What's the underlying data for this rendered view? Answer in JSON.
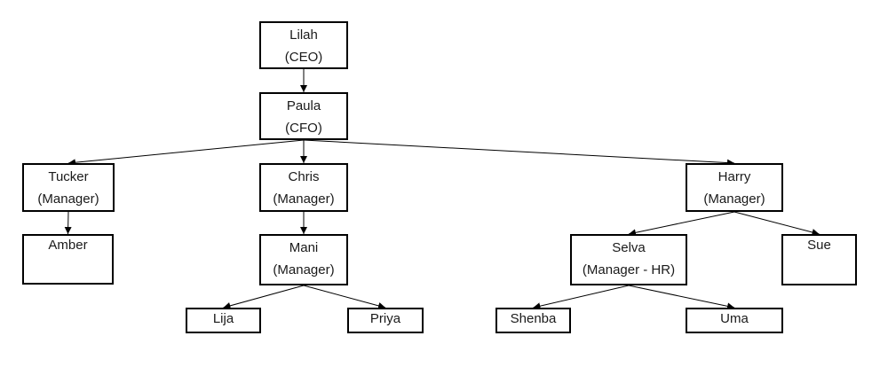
{
  "nodes": {
    "lilah": {
      "name": "Lilah",
      "role": "(CEO)"
    },
    "paula": {
      "name": "Paula",
      "role": "(CFO)"
    },
    "tucker": {
      "name": "Tucker",
      "role": "(Manager)"
    },
    "chris": {
      "name": "Chris",
      "role": "(Manager)"
    },
    "harry": {
      "name": "Harry",
      "role": "(Manager)"
    },
    "amber": {
      "name": "Amber"
    },
    "mani": {
      "name": "Mani",
      "role": "(Manager)"
    },
    "selva": {
      "name": "Selva",
      "role": "(Manager - HR)"
    },
    "sue": {
      "name": "Sue"
    },
    "lija": {
      "name": "Lija"
    },
    "priya": {
      "name": "Priya"
    },
    "shenba": {
      "name": "Shenba"
    },
    "uma": {
      "name": "Uma"
    }
  },
  "edges": [
    [
      "lilah",
      "paula"
    ],
    [
      "paula",
      "tucker"
    ],
    [
      "paula",
      "chris"
    ],
    [
      "paula",
      "harry"
    ],
    [
      "tucker",
      "amber"
    ],
    [
      "chris",
      "mani"
    ],
    [
      "mani",
      "lija"
    ],
    [
      "mani",
      "priya"
    ],
    [
      "harry",
      "selva"
    ],
    [
      "harry",
      "sue"
    ],
    [
      "selva",
      "shenba"
    ],
    [
      "selva",
      "uma"
    ]
  ]
}
